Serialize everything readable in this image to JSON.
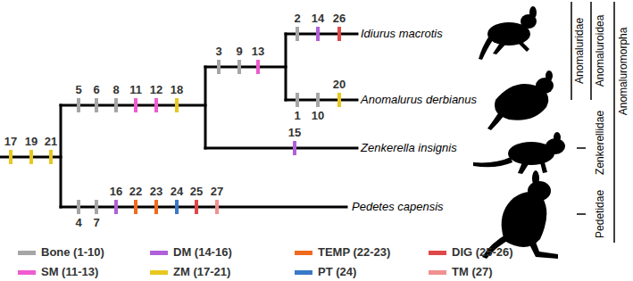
{
  "diagram": {
    "labels": [
      "17",
      "19",
      "21",
      "5",
      "6",
      "8",
      "11",
      "12",
      "18",
      "3",
      "9",
      "13",
      "2",
      "14",
      "26",
      "1",
      "10",
      "20",
      "15",
      "4",
      "7",
      "16",
      "22",
      "23",
      "24",
      "25",
      "27",
      "Idiurus macrotis",
      "Anomalurus derbianus",
      "Zenkerella insignis",
      "Pedetes capensis",
      "Anomaluridae",
      "Anomaluroidea",
      "Anomaluromorpha",
      "Zenkerellidae",
      "Pedetidae"
    ],
    "legend": [
      {
        "text": "Bone (1-10)",
        "color": "#a6a6a6"
      },
      {
        "text": "SM (11-13)",
        "color": "#f05bd0"
      },
      {
        "text": "DM (14-16)",
        "color": "#b060d8"
      },
      {
        "text": "ZM (17-21)",
        "color": "#e8c820"
      },
      {
        "text": "TEMP (22-23)",
        "color": "#f06a1e"
      },
      {
        "text": "PT (24)",
        "color": "#3a78c8"
      },
      {
        "text": "DIG (25-26)",
        "color": "#e04848"
      },
      {
        "text": "TM (27)",
        "color": "#f09090"
      }
    ]
  }
}
